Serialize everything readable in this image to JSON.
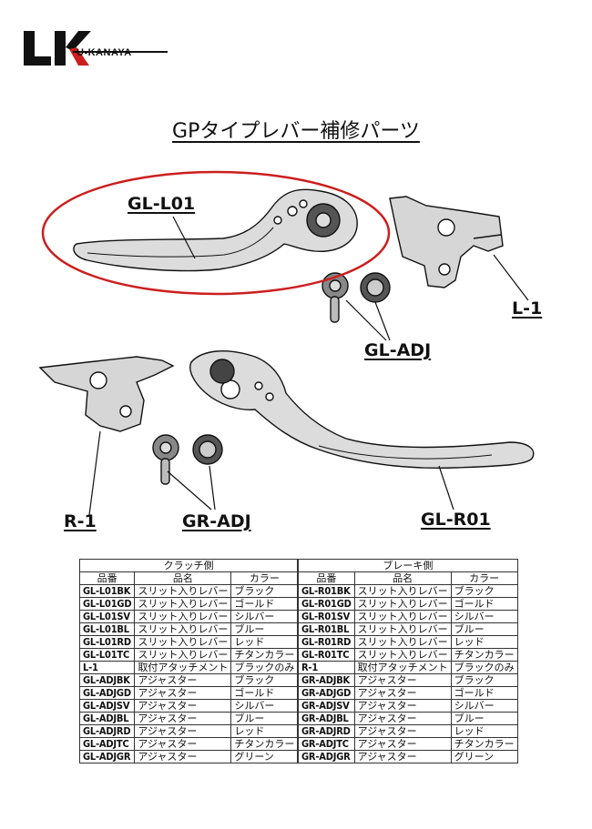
{
  "brand": {
    "logo_mark": "LK",
    "logo_text": "U-KANAYA"
  },
  "title": "GPタイプレバー補修パーツ",
  "labels": {
    "gl_l01": "GL-L01",
    "l1": "L-1",
    "gl_adj": "GL-ADJ",
    "r1": "R-1",
    "gr_adj": "GR-ADJ",
    "gl_r01": "GL-R01"
  },
  "highlight_color": "#cc1e1e",
  "clutch_table": {
    "section": "クラッチ側",
    "headers": [
      "品番",
      "品名",
      "カラー"
    ],
    "rows": [
      [
        "GL-L01BK",
        "スリット入りレバー",
        "ブラック"
      ],
      [
        "GL-L01GD",
        "スリット入りレバー",
        "ゴールド"
      ],
      [
        "GL-L01SV",
        "スリット入りレバー",
        "シルバー"
      ],
      [
        "GL-L01BL",
        "スリット入りレバー",
        "ブルー"
      ],
      [
        "GL-L01RD",
        "スリット入りレバー",
        "レッド"
      ],
      [
        "GL-L01TC",
        "スリット入りレバー",
        "チタンカラー"
      ],
      [
        "L-1",
        "取付アタッチメント",
        "ブラックのみ"
      ],
      [
        "GL-ADJBK",
        "アジャスター",
        "ブラック"
      ],
      [
        "GL-ADJGD",
        "アジャスター",
        "ゴールド"
      ],
      [
        "GL-ADJSV",
        "アジャスター",
        "シルバー"
      ],
      [
        "GL-ADJBL",
        "アジャスター",
        "ブルー"
      ],
      [
        "GL-ADJRD",
        "アジャスター",
        "レッド"
      ],
      [
        "GL-ADJTC",
        "アジャスター",
        "チタンカラー"
      ],
      [
        "GL-ADJGR",
        "アジャスター",
        "グリーン"
      ]
    ]
  },
  "brake_table": {
    "section": "ブレーキ側",
    "headers": [
      "品番",
      "品名",
      "カラー"
    ],
    "rows": [
      [
        "GL-R01BK",
        "スリット入りレバー",
        "ブラック"
      ],
      [
        "GL-R01GD",
        "スリット入りレバー",
        "ゴールド"
      ],
      [
        "GL-R01SV",
        "スリット入りレバー",
        "シルバー"
      ],
      [
        "GL-R01BL",
        "スリット入りレバー",
        "ブルー"
      ],
      [
        "GL-R01RD",
        "スリット入りレバー",
        "レッド"
      ],
      [
        "GL-R01TC",
        "スリット入りレバー",
        "チタンカラー"
      ],
      [
        "R-1",
        "取付アタッチメント",
        "ブラックのみ"
      ],
      [
        "GR-ADJBK",
        "アジャスター",
        "ブラック"
      ],
      [
        "GR-ADJGD",
        "アジャスター",
        "ゴールド"
      ],
      [
        "GR-ADJSV",
        "アジャスター",
        "シルバー"
      ],
      [
        "GR-ADJBL",
        "アジャスター",
        "ブルー"
      ],
      [
        "GR-ADJRD",
        "アジャスター",
        "レッド"
      ],
      [
        "GR-ADJTC",
        "アジャスター",
        "チタンカラー"
      ],
      [
        "GR-ADJGR",
        "アジャスター",
        "グリーン"
      ]
    ]
  }
}
